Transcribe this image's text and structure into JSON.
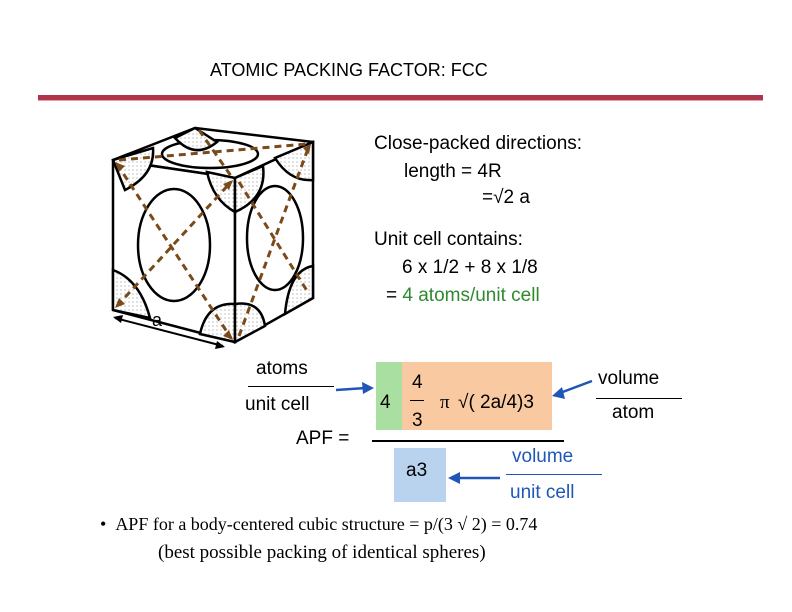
{
  "header": {
    "title": "ATOMIC PACKING FACTOR:  FCC"
  },
  "figure": {
    "edge_label": "a"
  },
  "directions": {
    "heading": "Close-packed directions:",
    "line1": "length = 4R",
    "line2_eq": "=",
    "line2_sqrt": "√",
    "line2_val": "2 a"
  },
  "unit_cell": {
    "heading": "Unit cell contains:",
    "line1": "6 x 1/2 + 8 x 1/8",
    "line2_prefix": "= ",
    "line2_value": "4 atoms/unit cell"
  },
  "formula": {
    "atoms": "atoms",
    "unit_cell": "unit cell",
    "apf": "APF =",
    "coef": "4",
    "num4": "4",
    "den3": "3",
    "pi": "π",
    "sqrt": "√",
    "radius_expr": "( 2a/4)3",
    "volume_top": "volume",
    "atom": "atom",
    "a3": "a3",
    "volume_bottom": "volume",
    "unit_cell_bottom": "unit cell"
  },
  "bullets": {
    "marker": "•",
    "line1_a": "APF for a body-centered cubic structure = p/(3",
    "line1_sqrt": "√",
    "line1_b": "2) = 0.74",
    "line2": "(best possible packing of identical spheres)"
  },
  "colors": {
    "accent_rule": "#b0344a",
    "green": "#2f8a2f",
    "blue": "#1f56b8"
  }
}
